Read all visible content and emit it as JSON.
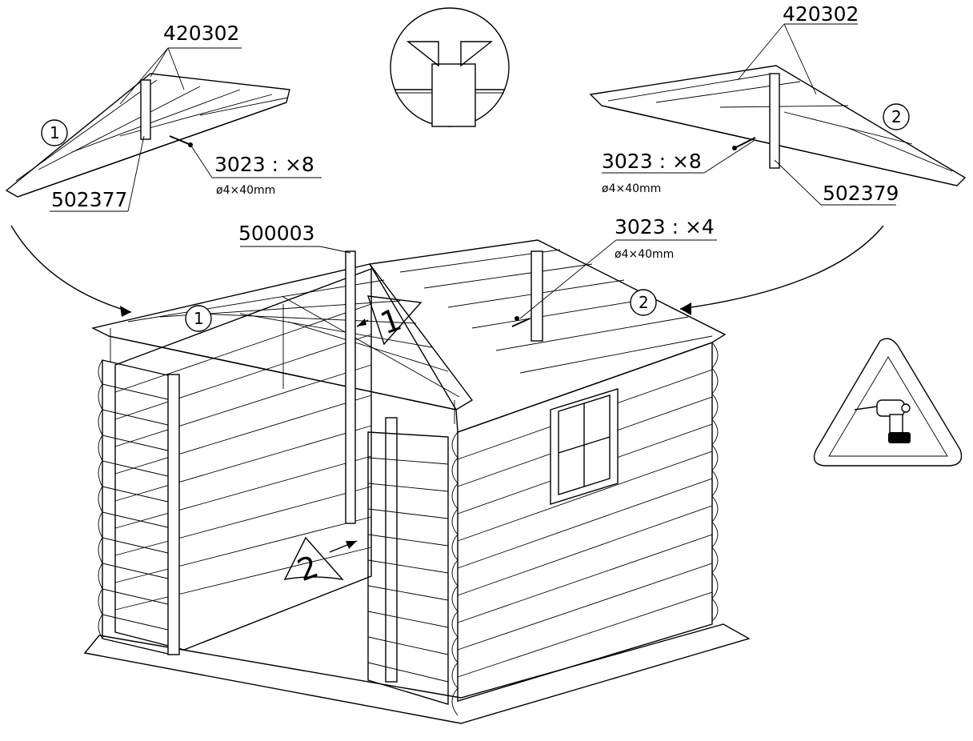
{
  "labels": {
    "left_panel_part": "420302",
    "left_post_part": "502377",
    "left_screw": "3023 : ×8",
    "left_screw_size": "ø4×40mm",
    "right_panel_part": "420302",
    "right_post_part": "502379",
    "right_screw": "3023 : ×8",
    "right_screw_size": "ø4×40mm",
    "center_post_part": "500003",
    "center_screw": "3023 : ×4",
    "center_screw_size": "ø4×40mm"
  },
  "steps": {
    "left_callout": "1",
    "right_callout": "2",
    "house_left_callout": "1",
    "house_right_callout": "2",
    "flag_top": "1",
    "flag_bottom": "2"
  },
  "icons": [
    "drill-warning-icon",
    "detail-magnifier"
  ]
}
